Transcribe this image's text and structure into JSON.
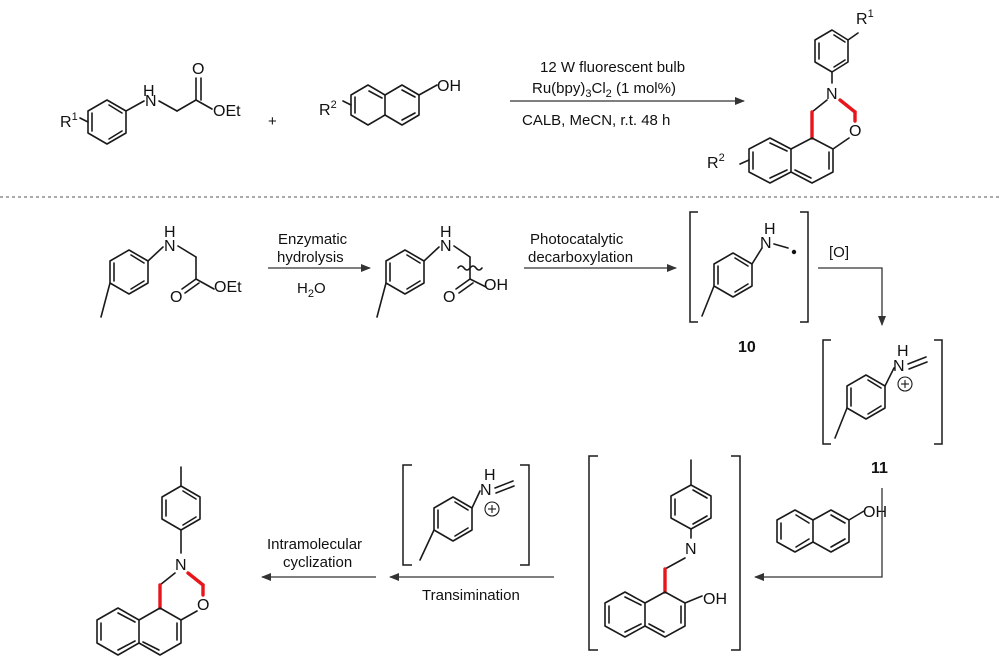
{
  "scheme": {
    "top_reaction": {
      "conditions_line1": "12 W fluorescent bulb",
      "conditions_line2_main": "Ru(bpy)",
      "conditions_line2_sub1": "3",
      "conditions_line2_mid": "Cl",
      "conditions_line2_sub2": "2",
      "conditions_line2_end": " (1 mol%)",
      "conditions_line3": "CALB, MeCN, r.t. 48 h",
      "plus": "+"
    },
    "mechanism": {
      "step1_line1": "Enzymatic",
      "step1_line2": "hydrolysis",
      "step1_reagent_main": "H",
      "step1_reagent_sub": "2",
      "step1_reagent_end": "O",
      "step2_line1": "Photocatalytic",
      "step2_line2": "decarboxylation",
      "step3_label": "[O]",
      "step4_label": "Transimination",
      "step5_line1": "Intramolecular",
      "step5_line2": "cyclization"
    },
    "compounds": {
      "radical_id": "10",
      "iminium_id": "11"
    },
    "atoms": {
      "H": "H",
      "N": "N",
      "O": "O",
      "OH": "OH",
      "OEt": "OEt",
      "R": "R",
      "sup1": "1",
      "sup2": "2",
      "plus_charge": "+"
    },
    "colors": {
      "new_bond": "#e8151b",
      "ink": "#1a1a1a"
    }
  }
}
